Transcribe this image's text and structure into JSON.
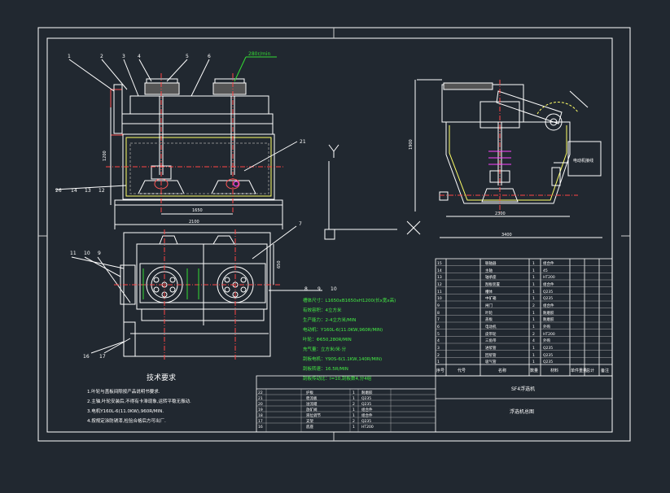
{
  "drawing": {
    "title_block": {
      "name": "SF4浮选机",
      "subtitle": "浮选机总图"
    },
    "tech_requirements": {
      "heading": "技术要求",
      "items": [
        "1.叶轮与盖板间隙按产品说明书要求.",
        "2.主轴,叶轮安装后,不得有卡滞现象,运转平稳无振动.",
        "3.电机Y160L-6(11.0KW),960R/MIN.",
        "4.按规定涂防锈漆,检验合格后方可出厂."
      ]
    },
    "specs": [
      "槽体尺寸：L1650xB1650xH1200(长x宽x高)",
      "有效容积：4立方米",
      "生产能力：2-4立方米/MIN",
      "电动机：Y160L-6(11.0KW,960R/MIN)",
      "叶轮：Φ650,280R/MIN",
      "充气量：立方米/米·分",
      "刮板电机：Y90S-6(1.1KW,140R/MIN)",
      "刮板转速：16.5R/MIN",
      "刮板传动比：I=10,刮板数4,分4组"
    ],
    "part_numbers_top": [
      "1",
      "2",
      "3",
      "4",
      "5",
      "6"
    ],
    "part_numbers_left": [
      "26",
      "14",
      "13",
      "12"
    ],
    "part_numbers_plan_top": [
      "11",
      "10",
      "9"
    ],
    "part_numbers_plan_bottom": [
      "16",
      "17"
    ],
    "part_numbers_right": [
      "7",
      "8",
      "9",
      "10"
    ],
    "label_21": "21",
    "label_speed": "280r/min",
    "dims": {
      "front_height": "1200",
      "front_width": "2100",
      "front_inner": "1650",
      "side_width": "3400",
      "side_inner": "2300",
      "side_height": "1900",
      "plan_depth": "650"
    },
    "axis_label": "Y",
    "motor_box_label": "电动机接线",
    "bom_header": [
      "序号",
      "代号",
      "名称",
      "数量",
      "材料",
      "单件重量",
      "总计",
      "备注"
    ],
    "bom_rows": [
      [
        "15",
        "",
        "联轴器",
        "1",
        "组合件"
      ],
      [
        "14",
        "",
        "主轴",
        "1",
        "45"
      ],
      [
        "13",
        "",
        "轴承座",
        "1",
        "HT200"
      ],
      [
        "12",
        "",
        "刮板装置",
        "1",
        "组合件"
      ],
      [
        "11",
        "",
        "槽体",
        "1",
        "Q235"
      ],
      [
        "10",
        "",
        "中矿箱",
        "1",
        "Q235"
      ],
      [
        "9",
        "",
        "闸门",
        "2",
        "组合件"
      ],
      [
        "8",
        "",
        "叶轮",
        "1",
        "耐磨胶"
      ],
      [
        "7",
        "",
        "盖板",
        "1",
        "耐磨胶"
      ],
      [
        "6",
        "",
        "电动机",
        "1",
        "外购"
      ],
      [
        "5",
        "",
        "皮带轮",
        "2",
        "HT200"
      ],
      [
        "4",
        "",
        "三角带",
        "4",
        "外购"
      ],
      [
        "3",
        "",
        "进浆管",
        "1",
        "Q235"
      ],
      [
        "2",
        "",
        "回浆管",
        "1",
        "Q235"
      ],
      [
        "1",
        "",
        "吸气管",
        "1",
        "Q235"
      ]
    ],
    "bom_small_rows": [
      [
        "22",
        "",
        "护板",
        "1",
        "耐磨胶"
      ],
      [
        "21",
        "",
        "稳流板",
        "1",
        "Q235"
      ],
      [
        "20",
        "",
        "溢流堰",
        "2",
        "Q235"
      ],
      [
        "19",
        "",
        "放矿阀",
        "1",
        "组合件"
      ],
      [
        "18",
        "",
        "液位调节",
        "1",
        "组合件"
      ],
      [
        "17",
        "",
        "支架",
        "2",
        "Q235"
      ],
      [
        "16",
        "",
        "底座",
        "1",
        "HT200"
      ]
    ]
  }
}
